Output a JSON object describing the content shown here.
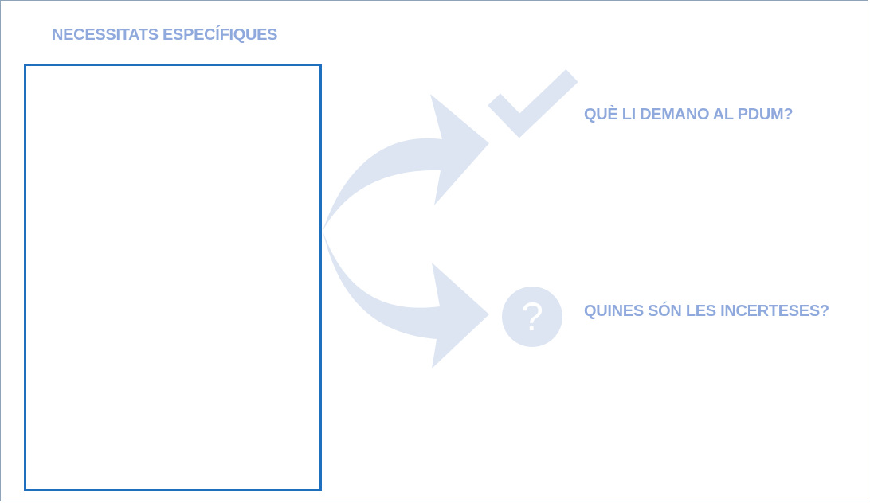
{
  "page": {
    "title": "NECESSITATS ESPECÍFIQUES"
  },
  "options": [
    {
      "label": "QUÈ LI DEMANO AL PDUM?",
      "icon": "check-icon"
    },
    {
      "label": "QUINES SÓN LES INCERTESES?",
      "icon": "question-icon"
    }
  ],
  "colors": {
    "accent": "#8fa9dd",
    "shape_fill": "#dde5f3",
    "box_border": "#1f6fbf"
  }
}
